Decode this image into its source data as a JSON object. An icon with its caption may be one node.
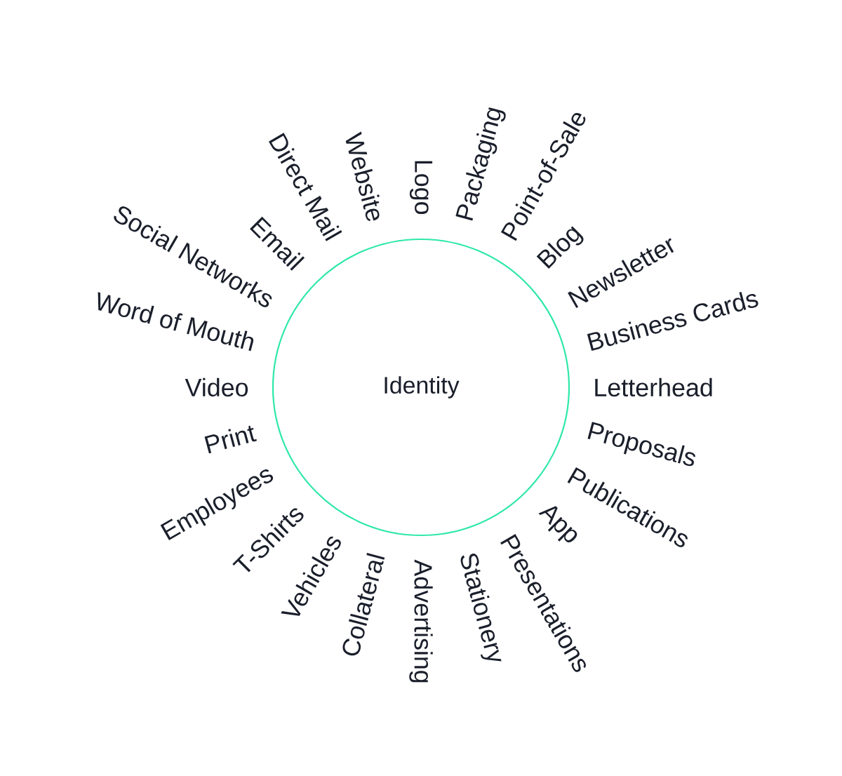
{
  "diagram": {
    "nodes": [
      {
        "text": [
          "Identity"
        ]
      }
    ],
    "labels": [
      "Logo",
      "Packaging",
      "Point-of-Sale",
      "Blog",
      "Newsletter",
      "Business Cards",
      "Letterhead",
      "Proposals",
      "Publications",
      "App",
      "Presentations",
      "Stationery",
      "Advertising",
      "Collateral",
      "Vehicles",
      "T-Shirts",
      "Employees",
      "Print",
      "Video",
      "Word of Mouth",
      "Social Networks",
      "Email",
      "Direct Mail",
      "Website"
    ]
  }
}
